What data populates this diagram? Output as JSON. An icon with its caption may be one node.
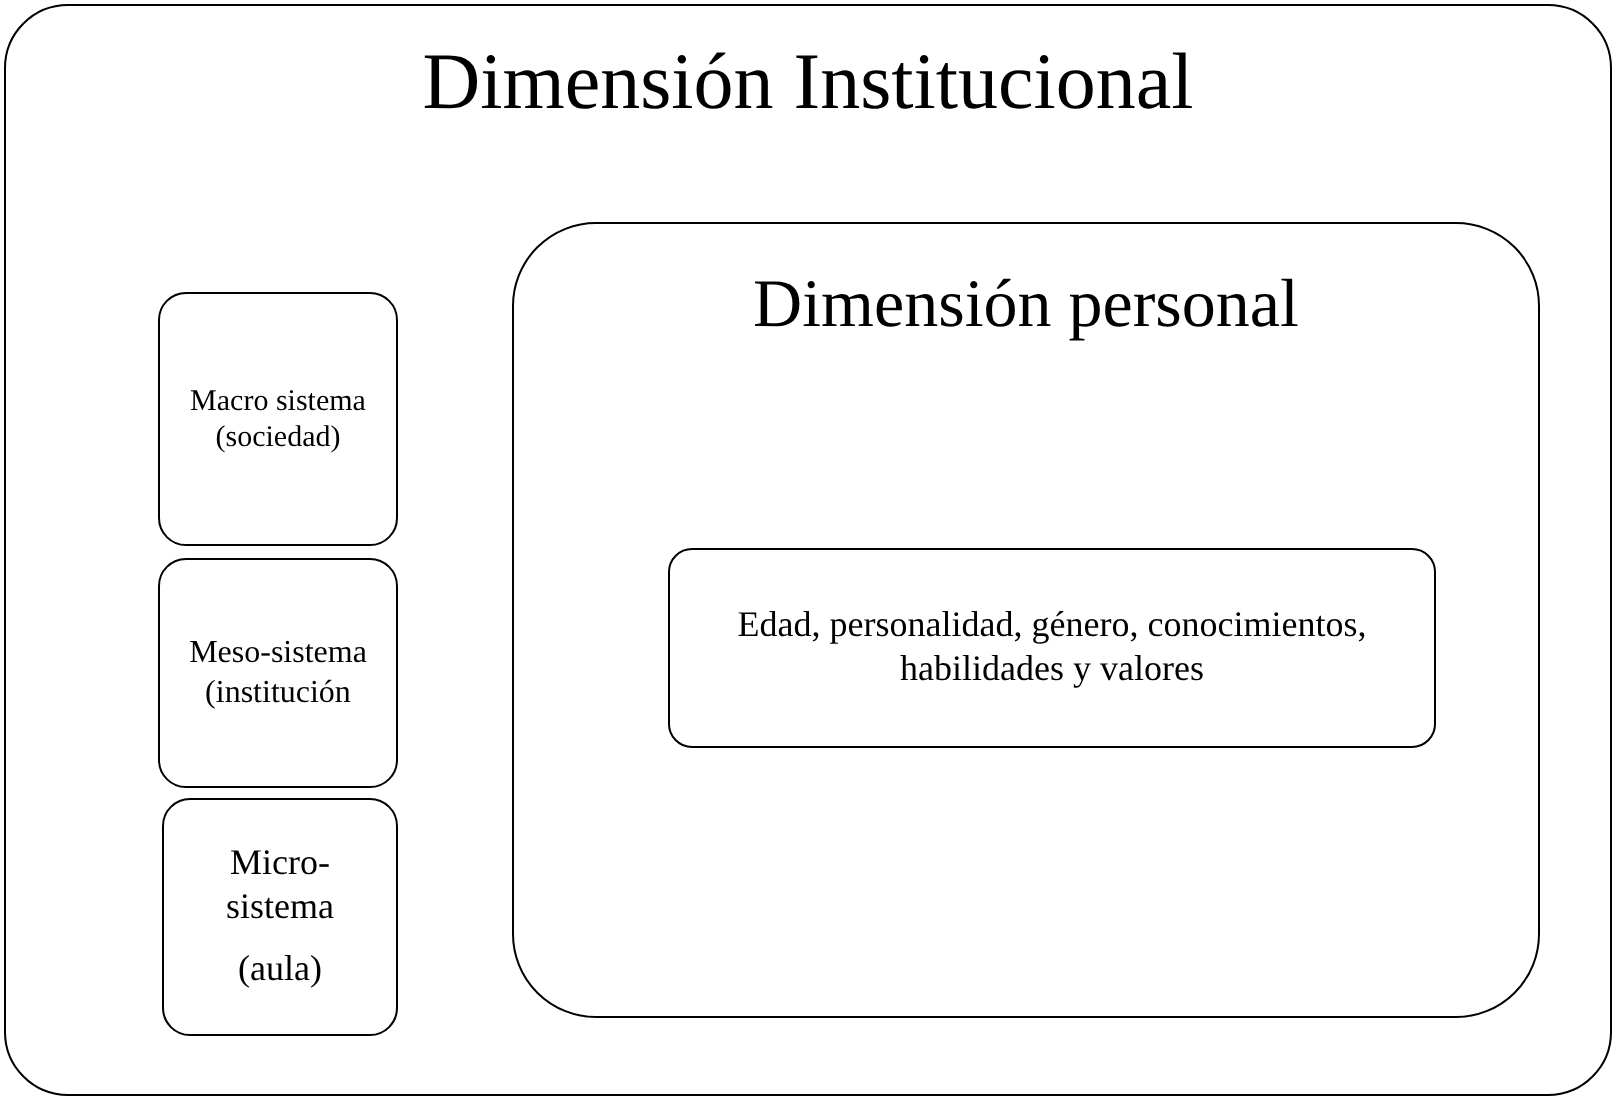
{
  "diagram": {
    "nodes": [
      {
        "text": [
          "Dimensión Institucional"
        ]
      },
      {
        "text": [
          "Macro sistema (sociedad)"
        ],
        "in": 0
      },
      {
        "text": [
          "Meso-sistema (institución"
        ],
        "in": 0
      },
      {
        "text": [
          "Micro- sistema",
          "(aula)"
        ],
        "in": 0
      },
      {
        "text": [
          "Dimensión personal"
        ],
        "in": 0
      },
      {
        "text": [
          "Edad, personalidad, género, conocimientos, habilidades y valores"
        ],
        "in": 4
      }
    ]
  }
}
